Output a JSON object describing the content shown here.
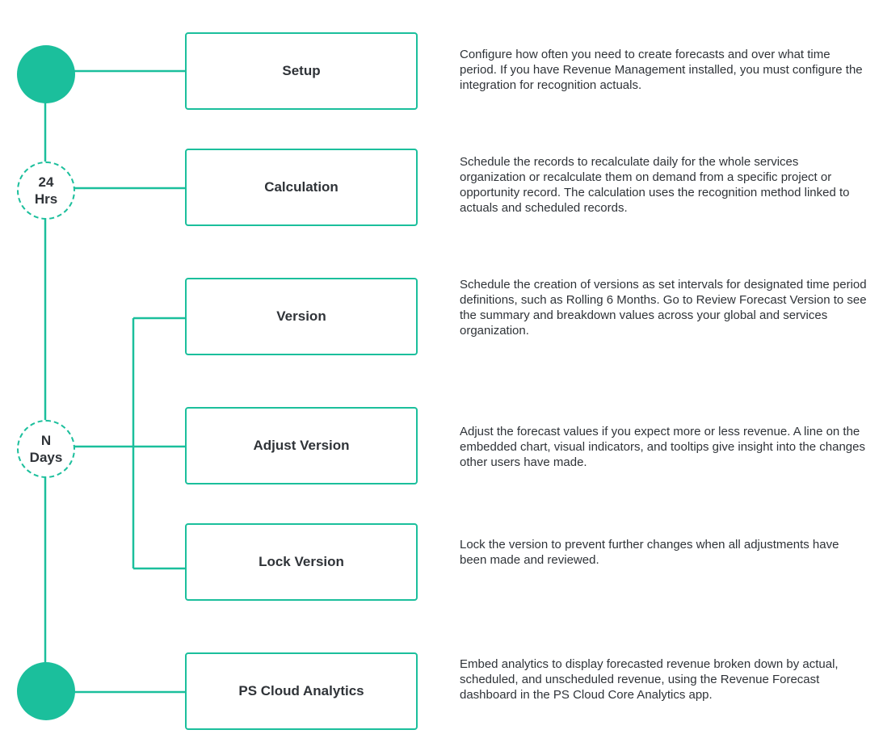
{
  "colors": {
    "accent": "#1bbf9c",
    "text": "#2f3338",
    "background": "#ffffff"
  },
  "milestones": {
    "hours": {
      "value": "24",
      "unit": "Hrs"
    },
    "days": {
      "value": "N",
      "unit": "Days"
    }
  },
  "steps": [
    {
      "title": "Setup",
      "description": "Configure how often you need to create forecasts and over what time period. If you have Revenue Management installed, you must configure the integration for recognition actuals."
    },
    {
      "title": "Calculation",
      "description": "Schedule the records to recalculate daily for the whole services organization or recalculate them on demand from a specific project or opportunity record. The calculation uses the recognition method linked to actuals and scheduled records."
    },
    {
      "title": "Version",
      "description": "Schedule the creation of versions as set intervals for designated time period definitions, such as Rolling 6 Months. Go to Review Forecast Version to see the summary and breakdown values across your global and services organization."
    },
    {
      "title": "Adjust Version",
      "description": "Adjust the forecast values if you expect more or less revenue. A line on the embedded chart, visual indicators, and tooltips give insight into the changes other users have made."
    },
    {
      "title": "Lock Version",
      "description": "Lock the version to prevent further changes when all adjustments have been made and reviewed."
    },
    {
      "title": "PS Cloud Analytics",
      "description": "Embed analytics to display forecasted revenue broken down by actual, scheduled, and unscheduled revenue, using the Revenue Forecast dashboard in the PS Cloud Core Analytics app."
    }
  ]
}
